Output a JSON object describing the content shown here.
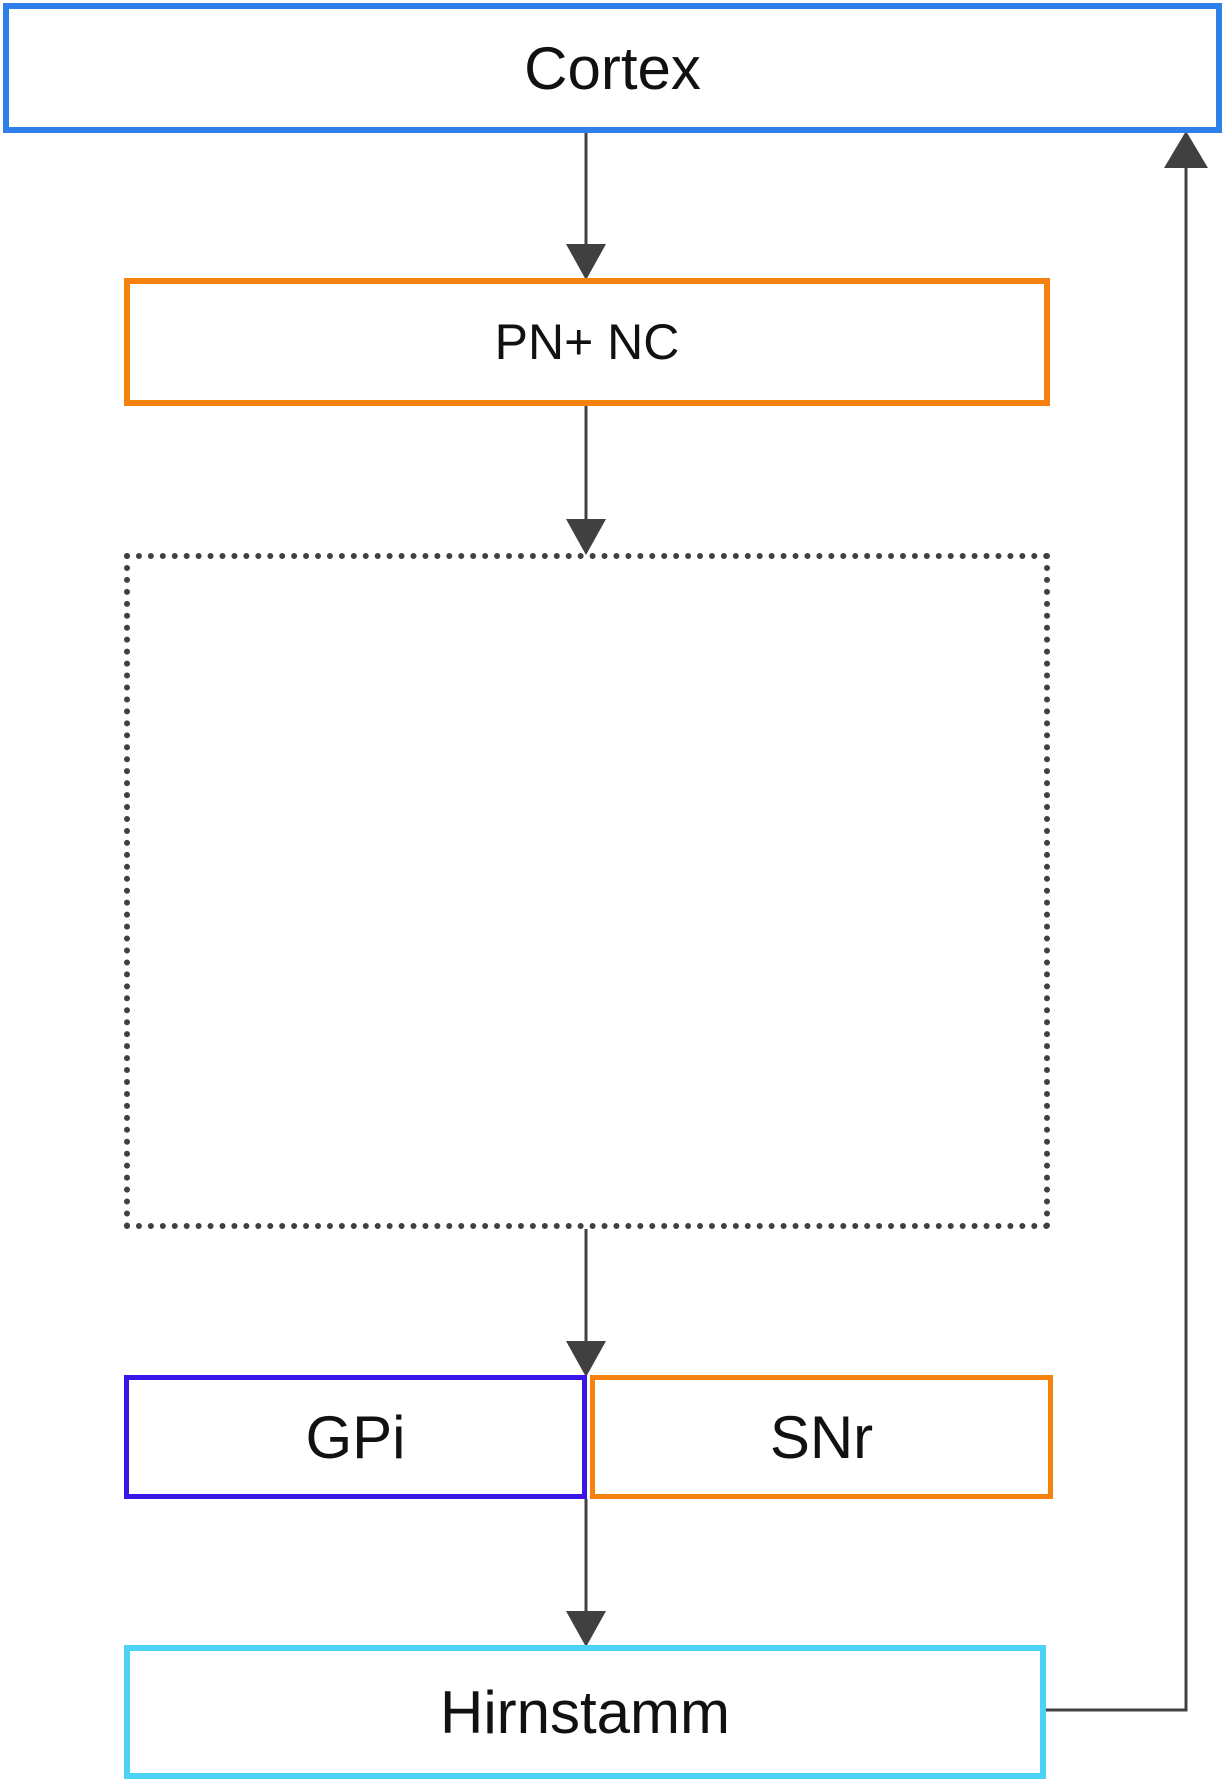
{
  "diagram": {
    "nodes": {
      "cortex": "Cortex",
      "pn_nc": "PN+ NC",
      "gpi": "GPi",
      "snr": "SNr",
      "hirnstamm": "Hirnstamm"
    },
    "edges": [
      {
        "from": "cortex",
        "to": "pn_nc"
      },
      {
        "from": "pn_nc",
        "to": "dotted-group"
      },
      {
        "from": "dotted-group",
        "to": "gpi_snr"
      },
      {
        "from": "gpi_snr",
        "to": "hirnstamm"
      },
      {
        "from": "hirnstamm",
        "to": "cortex"
      }
    ],
    "colors": {
      "cortex": "#2f7fe8",
      "pn_nc": "#f5810f",
      "gpi": "#3a17e6",
      "snr": "#f5810f",
      "hirnstamm": "#4dd2f5",
      "arrow": "#404040",
      "dotted_group": "#404040"
    }
  }
}
